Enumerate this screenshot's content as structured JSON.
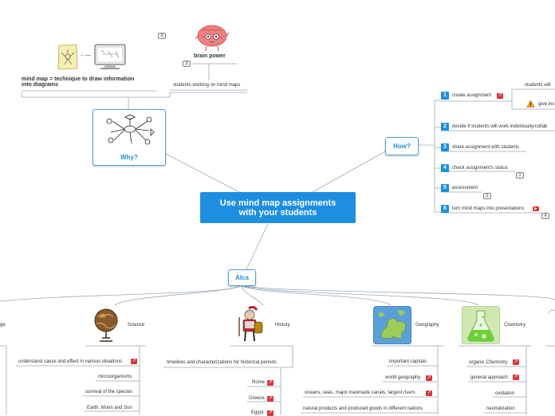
{
  "central": {
    "line1": "Use mind map assignments",
    "line2": "with your students"
  },
  "why": {
    "label": "Why?",
    "definition_line1": "mind map = technique to draw information",
    "definition_line2": "into diagrams",
    "brain_title": "brain power",
    "students_working": "students working on mind maps",
    "badge_top": "5",
    "badge_brain": "3"
  },
  "how": {
    "label": "How?",
    "steps": [
      {
        "num": "1",
        "lead": "create",
        "rest": " assignment"
      },
      {
        "num": "2",
        "lead": "decide",
        "rest": " if students will work individually/collab"
      },
      {
        "num": "3",
        "lead": "share",
        "rest": " assignment with students"
      },
      {
        "num": "4",
        "lead": "check",
        "rest": " assignment's status"
      },
      {
        "num": "5",
        "lead": "assessment",
        "rest": ""
      },
      {
        "num": "6",
        "lead": "turn",
        "rest": " mind maps into presentations"
      }
    ],
    "sub_students_will": "students will",
    "sub_give_ins": "give ins",
    "badge_step4": "1",
    "badge_step5": "2",
    "badge_step6": "4"
  },
  "alca": {
    "label": "Alca",
    "branch_ge": "ge",
    "science": {
      "label": "Science",
      "items": [
        "understand cause and effect in various situations",
        "microorganisms",
        "survival of the species",
        "Earth, Moon and Sun"
      ]
    },
    "history": {
      "label": "History",
      "top": "timelines and characterizations for historical periods",
      "items": [
        "Rome",
        "Greece",
        "Egypt"
      ]
    },
    "geography": {
      "label": "Geography",
      "items": [
        "important capitals",
        "world geography",
        "oceans, seas, major manmade canals,  largest rivers",
        "natural products and produced goods in different nations"
      ]
    },
    "chemistry": {
      "label": "Chemistry",
      "items": [
        "organic Chemistry",
        "general approach",
        "oxidation",
        "neutralization"
      ]
    }
  },
  "icons": [
    "paper-map-icon",
    "monitor-icon",
    "brain-icon",
    "mindmap-sketch-icon",
    "warning-icon",
    "link-icon",
    "youtube-icon",
    "globe-icon",
    "roman-soldier-icon",
    "europe-map-icon",
    "flask-icon"
  ],
  "colors": {
    "accent": "#1e8fe0",
    "central": "#1e8fe0",
    "link_icon": "#d9363e",
    "warning": "#f5a623"
  }
}
